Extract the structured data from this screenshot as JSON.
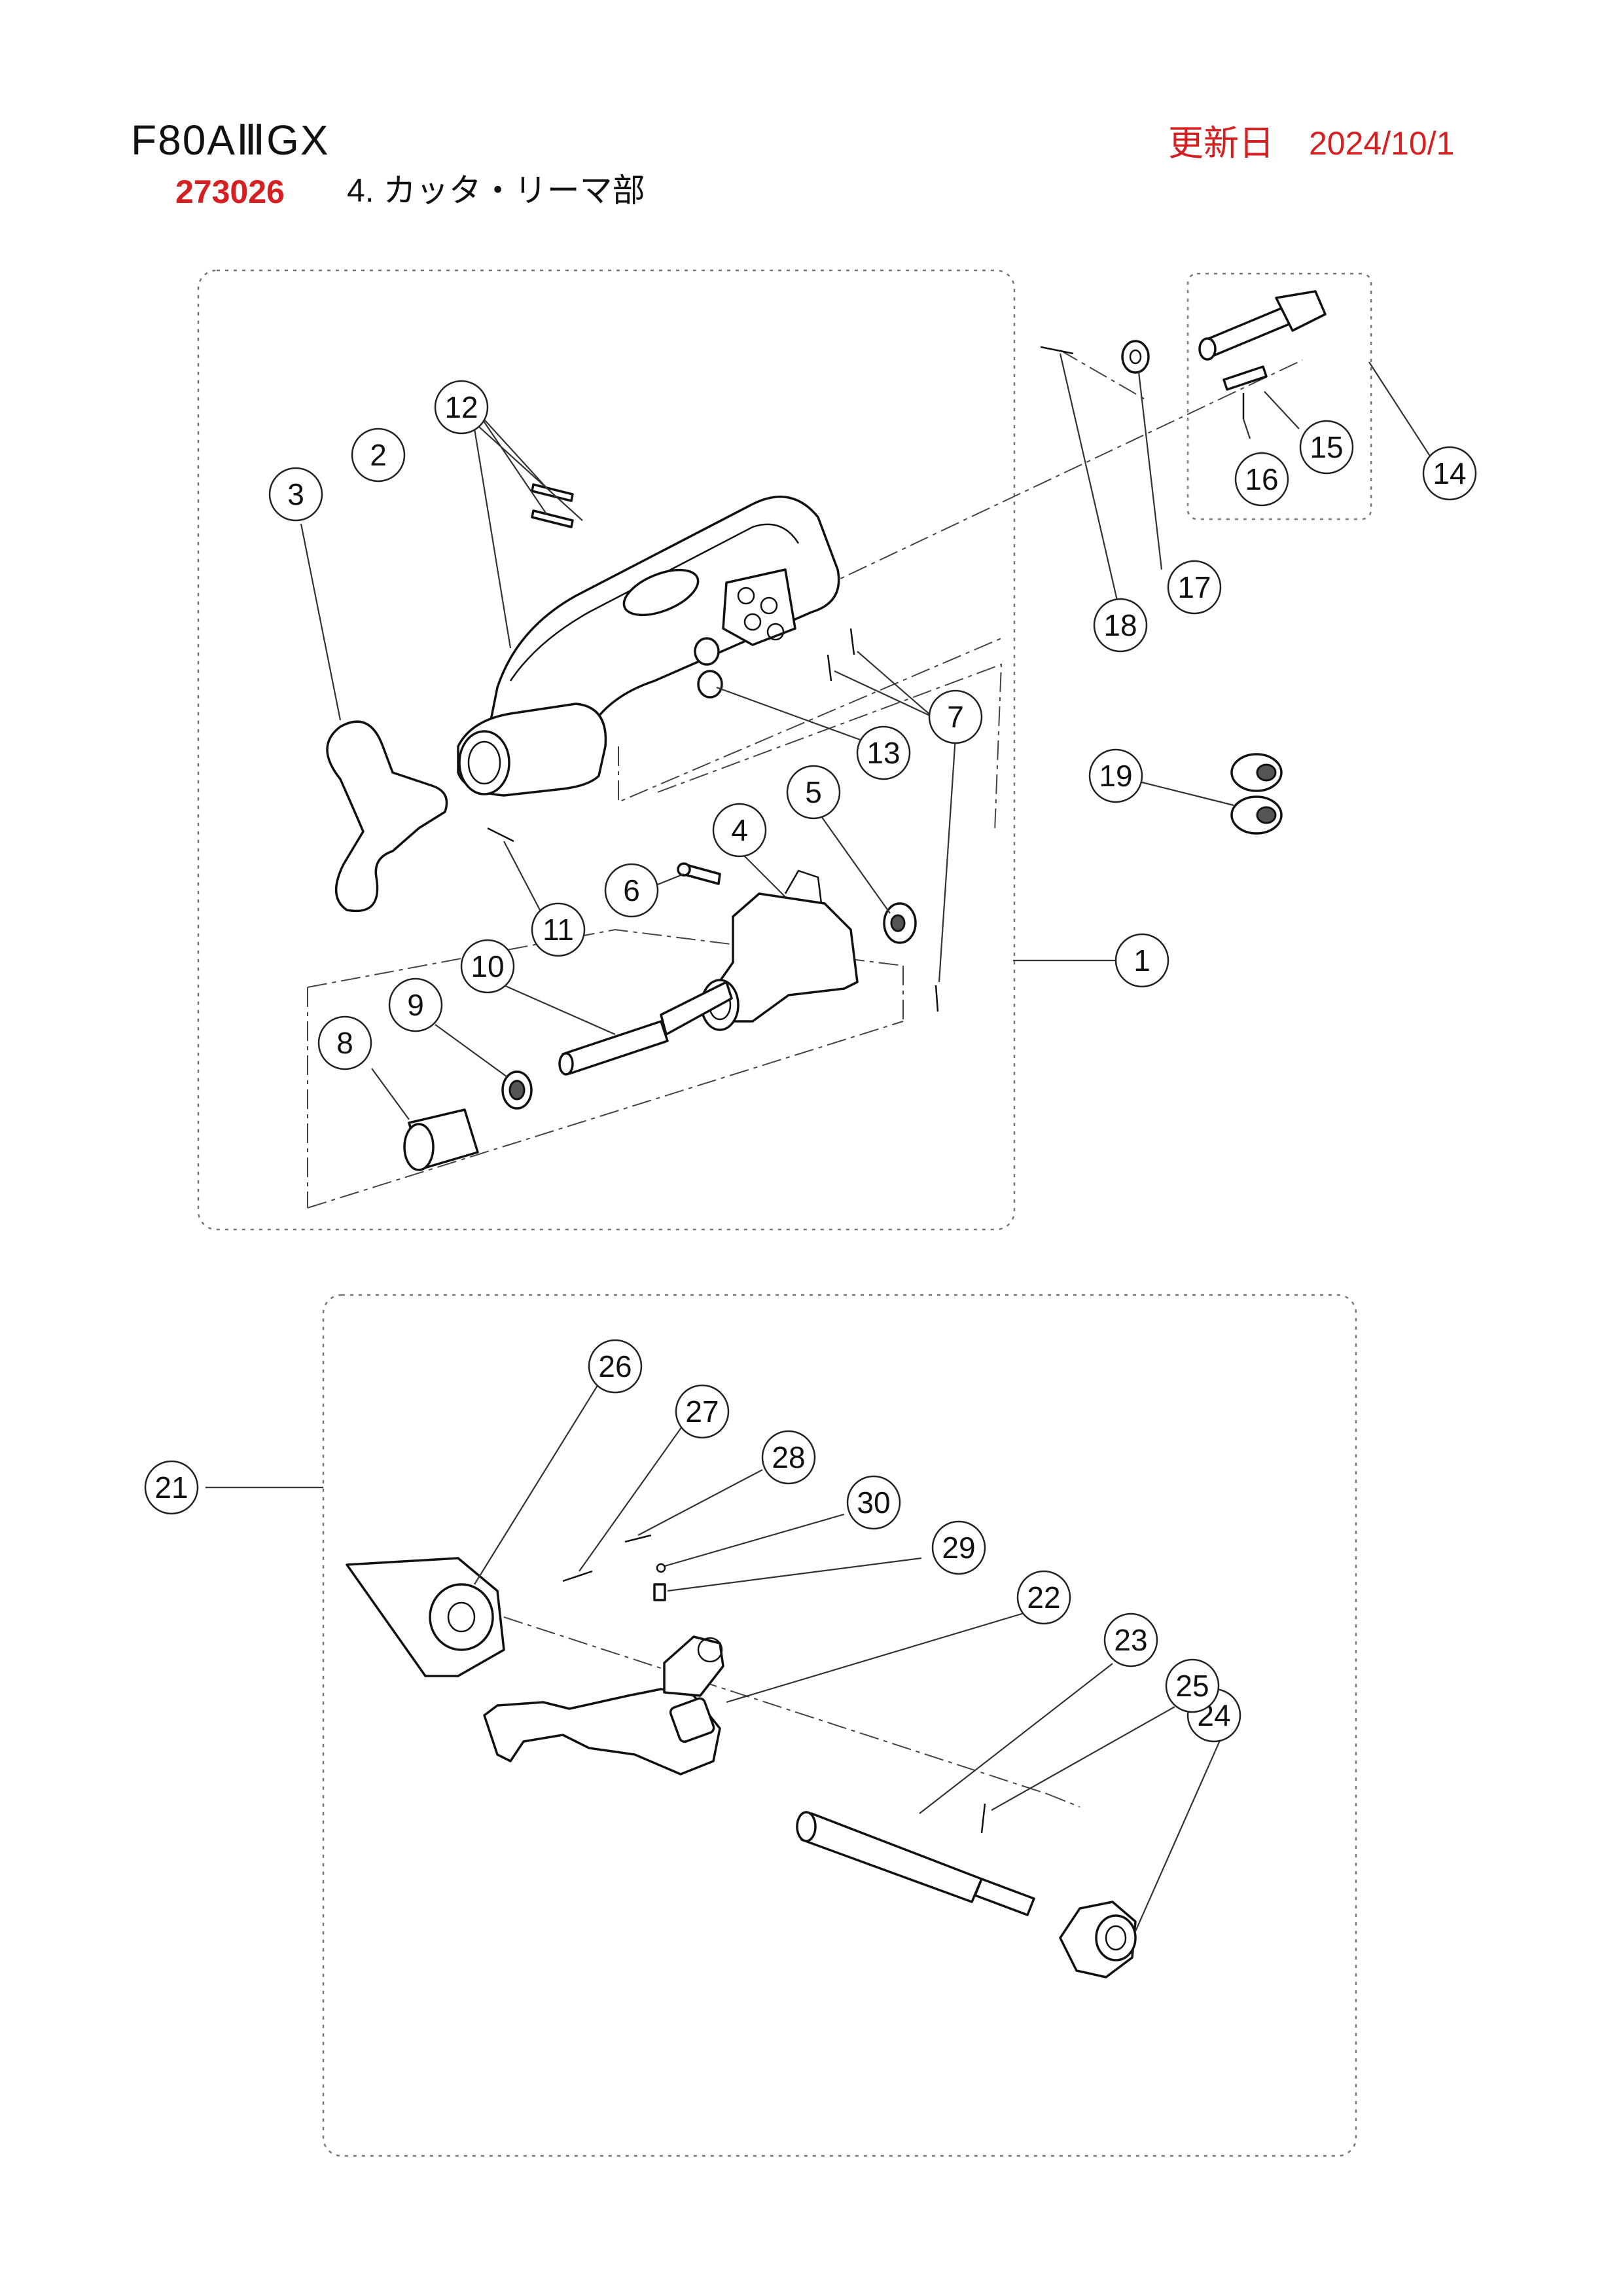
{
  "header": {
    "model": "F80AⅢGX",
    "part_number": "273026",
    "section_title": "4. カッタ・リーマ部",
    "updated_label": "更新日",
    "updated_date": "2024/10/1"
  },
  "callouts": [
    "1",
    "2",
    "3",
    "4",
    "5",
    "6",
    "7",
    "8",
    "9",
    "10",
    "11",
    "12",
    "13",
    "14",
    "15",
    "16",
    "17",
    "18",
    "19",
    "21",
    "22",
    "23",
    "24",
    "25",
    "26",
    "27",
    "28",
    "29",
    "30"
  ],
  "colors": {
    "accent_red": "#d42020",
    "line": "#111111",
    "frame": "#777777"
  }
}
